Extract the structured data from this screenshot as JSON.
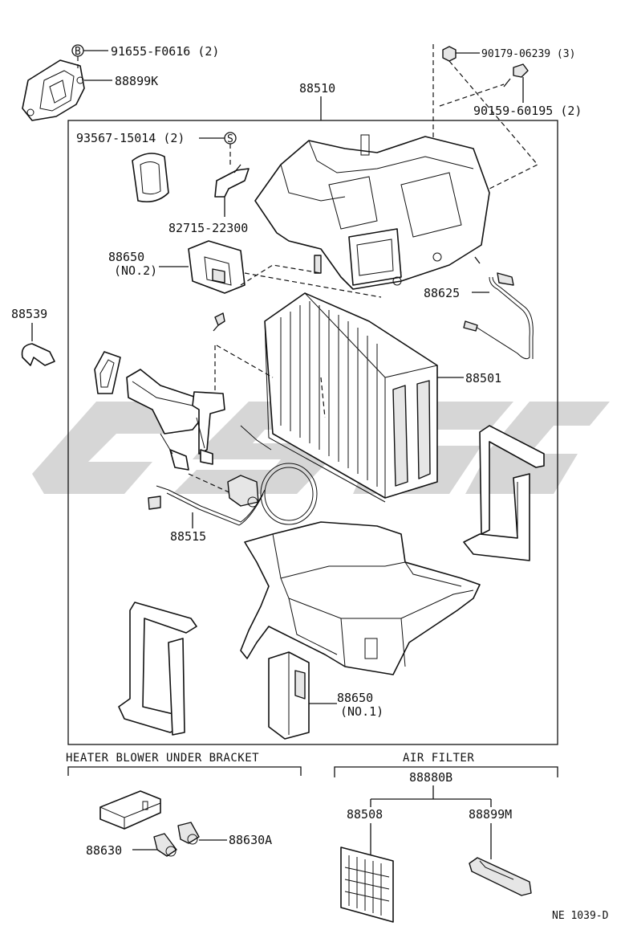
{
  "parts": {
    "p91655": "91655-F0616 (2)",
    "p88899K": "88899K",
    "p88510": "88510",
    "p90179": "90179-06239 (3)",
    "p90159": "90159-60195 (2)",
    "p93567": "93567-15014 (2)",
    "p82715": "82715-22300",
    "p88650a": "88650",
    "p88650a_sub": "(NO.2)",
    "p88625": "88625",
    "p88539": "88539",
    "p88501": "88501",
    "p88515": "88515",
    "p88650b": "88650",
    "p88650b_sub": "(NO.1)",
    "p88630": "88630",
    "p88630A": "88630A",
    "p88880B": "88880B",
    "p88508": "88508",
    "p88899M": "88899M"
  },
  "symbols": {
    "b": "B",
    "s": "S"
  },
  "sections": {
    "heater_bracket": "HEATER BLOWER UNDER BRACKET",
    "air_filter": "AIR FILTER"
  },
  "figure_code": "NE 1039-D",
  "colors": {
    "ink": "#111111",
    "watermark": "#c8c8c8",
    "paper": "#ffffff"
  }
}
